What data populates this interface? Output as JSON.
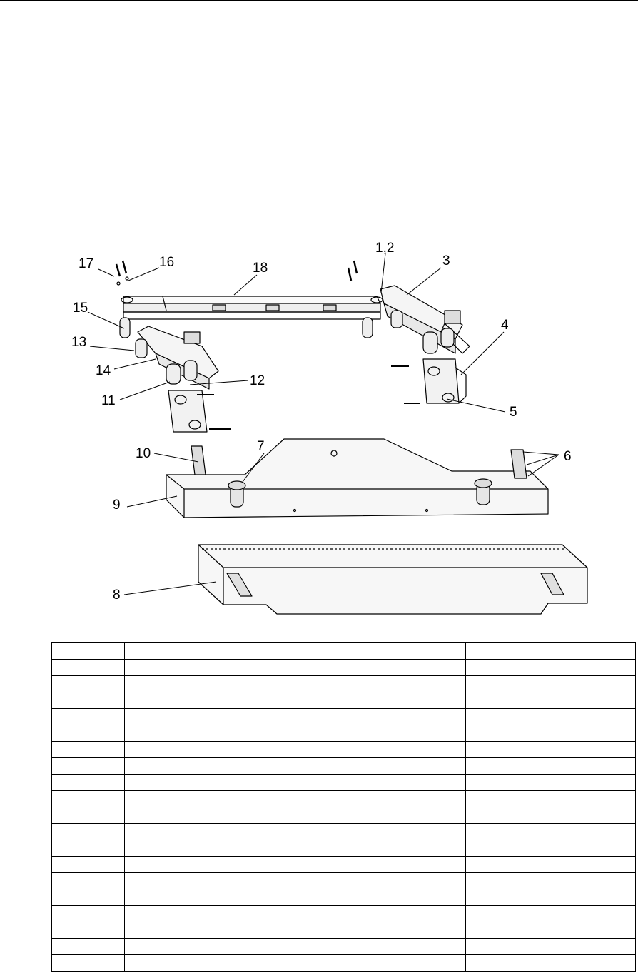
{
  "drawing": {
    "callouts": [
      "17",
      "16",
      "18",
      "1,2",
      "3",
      "15",
      "4",
      "13",
      "14",
      "12",
      "11",
      "5",
      "7",
      "10",
      "6",
      "9",
      "8"
    ]
  },
  "table": {
    "columns": 4,
    "body_rows": 19
  }
}
